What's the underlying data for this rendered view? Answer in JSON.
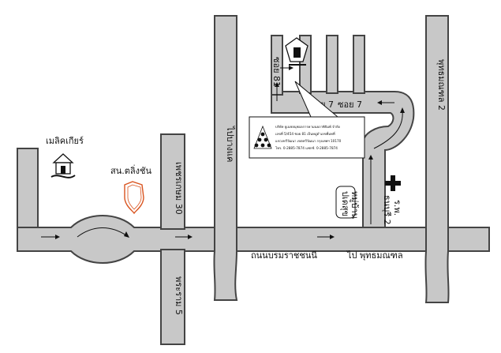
{
  "map": {
    "roads": {
      "main_road_label": "ถนนบรมราชชนนี",
      "main_road_direction": "ไป พุทธมณฑล",
      "phetkasem_30": "เพชรเกษม 30",
      "phran_5": "พระราม 5",
      "to_laem": "ไปบางแค",
      "soi_7_left": "ซอย 7",
      "soi_7_right": "ซอย 7",
      "soi_81": "ซอย 81",
      "phutthamonthon_2": "พุทธมณฑล 2"
    },
    "landmarks": {
      "mall_label": "เมลิคเกียร์",
      "police_label": "สน.ตลิ่งชัน",
      "village_label_line1": "หมู่บ้าน",
      "village_label_line2": "ปเดสุข",
      "hospital_label_line1": "ร.พ.",
      "hospital_label_line2": "ธนบุรี 2"
    },
    "company_callout": {
      "line1": "บริษัท ยูเนชยนุชผลการคามนยภาพิจิมพ์ จำกัด",
      "line2": "เลขที่ 5/454 ซอย 81 เป็นหมู่ดำเลขที่มทที่",
      "line3": "แขวงทวีวัฒนา เขตทวีวัฒนา กรุงเทพฯ 10170",
      "line4": "โทร. 0-2885-7874 แฟกซ์. 0-2885-7874"
    },
    "colors": {
      "road_fill": "#c8c8c8",
      "road_stroke": "#444444",
      "police_shield": "#d9531e"
    }
  }
}
